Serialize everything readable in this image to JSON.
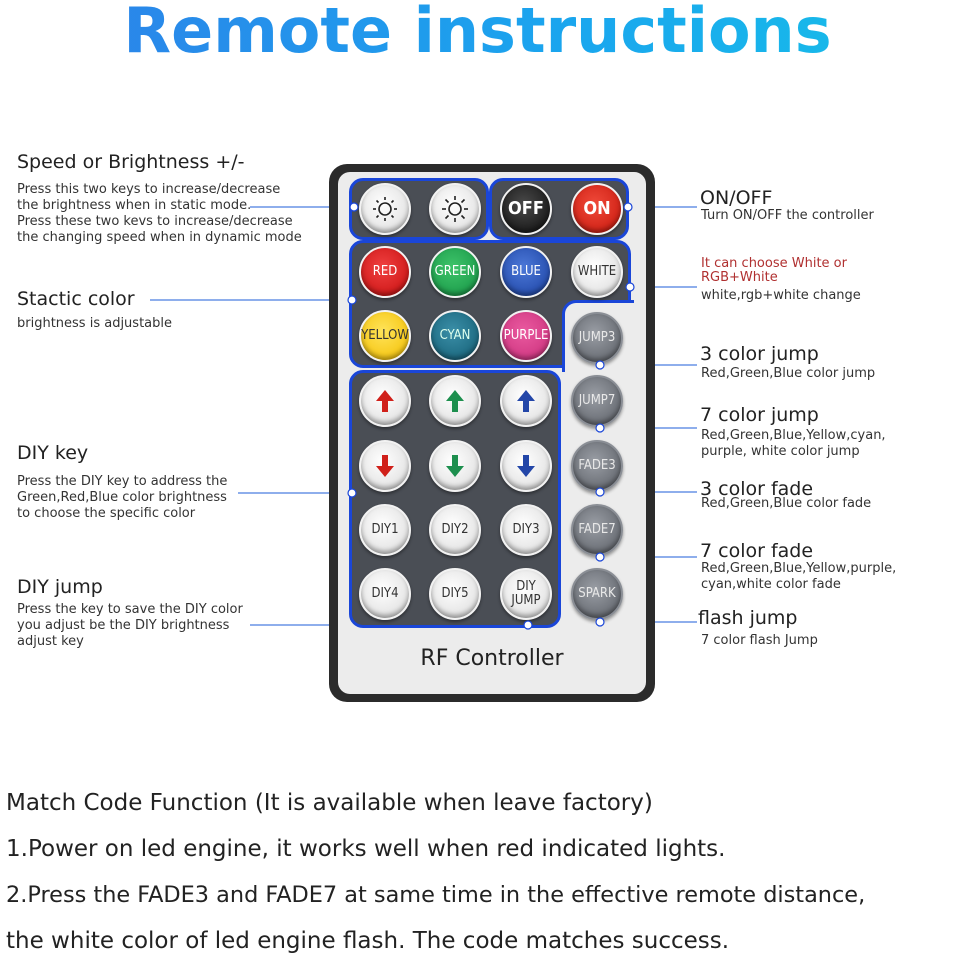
{
  "title": "Remote instructions",
  "labels": {
    "speed_title": "Speed or Brightness +/-",
    "speed_desc": [
      "Press this two keys to increase/decrease",
      "the brightness when in static mode.",
      "Press these two kevs to increase/decrease",
      "the changing speed when in dynamic mode"
    ],
    "static_title": "Stactic color",
    "static_desc": "brightness is adjustable",
    "diykey_title": "DIY key",
    "diykey_desc": [
      "Press the DIY key to address the",
      "Green,Red,Blue color brightness",
      "to choose the specific color"
    ],
    "diyjump_title": "DIY jump",
    "diyjump_desc": [
      "Press the key to save the DIY color",
      "you adjust be the DIY brightness",
      "adjust key"
    ],
    "onoff_title": "ON/OFF",
    "onoff_desc": "Turn ON/OFF the controller",
    "white_desc_red": [
      "It can choose White or",
      "RGB+White"
    ],
    "white_desc": "white,rgb+white change",
    "jump3_title": "3 color jump",
    "jump3_desc": "Red,Green,Blue color jump",
    "jump7_title": "7 color jump",
    "jump7_desc": [
      "Red,Green,Blue,Yellow,cyan,",
      "purple, white color jump"
    ],
    "fade3_title": "3 color fade",
    "fade3_desc": "Red,Green,Blue color fade",
    "fade7_title": "7 color fade",
    "fade7_desc": [
      "Red,Green,Blue,Yellow,purple,",
      "cyan,white color fade"
    ],
    "flash_title": "flash jump",
    "flash_desc": "7 color flash Jump"
  },
  "remote": {
    "buttons": {
      "off": "OFF",
      "on": "ON",
      "red": "RED",
      "green": "GREEN",
      "blue": "BLUE",
      "white": "WHITE",
      "yellow": "YELLOW",
      "cyan": "CYAN",
      "purple": "PURPLE",
      "jump3": "JUMP3",
      "jump7": "JUMP7",
      "fade3": "FADE3",
      "fade7": "FADE7",
      "spark": "SPARK",
      "diy1": "DIY1",
      "diy2": "DIY2",
      "diy3": "DIY3",
      "diy4": "DIY4",
      "diy5": "DIY5",
      "diy_jump_1": "DIY",
      "diy_jump_2": "JUMP"
    },
    "footer": "RF Controller"
  },
  "instructions": [
    "Match Code Function (It is available when leave factory)",
    "1.Power on led engine, it works well when red indicated lights.",
    "2.Press the FADE3 and FADE7 at same time in the effective remote distance,",
    "the white color of led engine flash. The code matches success."
  ],
  "colors": {
    "title_gradient_start": "#2e7fe8",
    "title_gradient_end": "#17c0e8",
    "leader_line": "#1a46d8",
    "group_border": "#1a46d8",
    "remote_body": "#2b2b2b",
    "red_note": "#b03030"
  }
}
